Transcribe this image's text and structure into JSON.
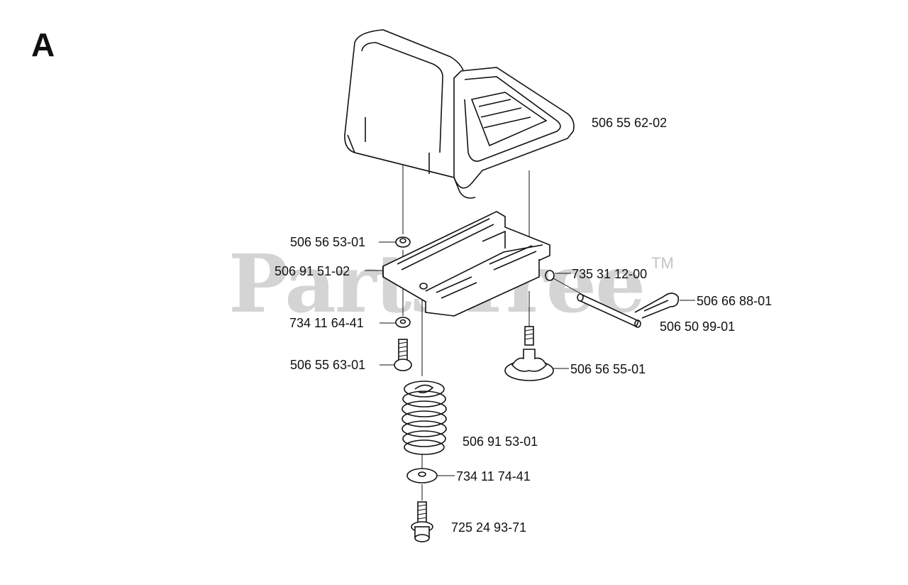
{
  "section_letter": "A",
  "watermark": {
    "text": "PartsTree",
    "tm": "TM"
  },
  "parts": [
    {
      "number": "506 55 62-02",
      "item": "seat"
    },
    {
      "number": "506 56 53-01",
      "item": "nut"
    },
    {
      "number": "506 91 51-02",
      "item": "seat bracket"
    },
    {
      "number": "735 31 12-00",
      "item": "washer"
    },
    {
      "number": "506 66 88-01",
      "item": "hair pin clip"
    },
    {
      "number": "506 50 99-01",
      "item": "pivot pin"
    },
    {
      "number": "734 11 64-41",
      "item": "washer"
    },
    {
      "number": "506 55 63-01",
      "item": "bolt"
    },
    {
      "number": "506 56 55-01",
      "item": "adjustment knob"
    },
    {
      "number": "506 91 53-01",
      "item": "spring"
    },
    {
      "number": "734 11 74-41",
      "item": "flat washer"
    },
    {
      "number": "725 24 93-71",
      "item": "flange bolt"
    }
  ]
}
